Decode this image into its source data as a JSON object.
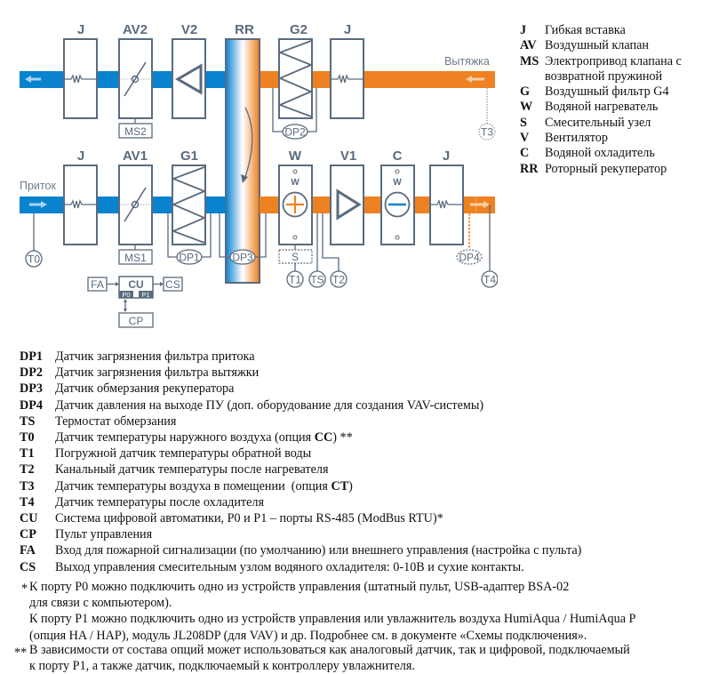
{
  "colors": {
    "supply_blue": "#0a83cf",
    "exhaust_orange": "#ee8121",
    "line_gray": "#5a6b7d"
  },
  "diagram": {
    "flows": {
      "exhaust_label": "Вытяжка",
      "supply_label": "Приток"
    },
    "top_row": [
      {
        "label": "J",
        "type": "flexible-insert"
      },
      {
        "label": "AV2",
        "type": "air-damper"
      },
      {
        "label": "V2",
        "type": "fan"
      },
      {
        "label": "RR",
        "type": "rotary-recuperator"
      },
      {
        "label": "G2",
        "type": "filter"
      },
      {
        "label": "J",
        "type": "flexible-insert"
      }
    ],
    "bottom_row": [
      {
        "label": "J",
        "type": "flexible-insert"
      },
      {
        "label": "AV1",
        "type": "air-damper"
      },
      {
        "label": "G1",
        "type": "filter"
      },
      {
        "label": "W",
        "type": "water-heater",
        "inner_label": "W"
      },
      {
        "label": "V1",
        "type": "fan"
      },
      {
        "label": "C",
        "type": "water-cooler",
        "inner_label": "W"
      },
      {
        "label": "J",
        "type": "flexible-insert"
      }
    ],
    "actuators": {
      "ms2": "MS2",
      "ms1": "MS1"
    },
    "mixing_unit": "S",
    "sensors": {
      "dp1": "DP1",
      "dp2": "DP2",
      "dp3": "DP3",
      "dp4": "DP4",
      "t0": "T0",
      "t1": "T1",
      "ts": "TS",
      "t2": "T2",
      "t3": "T3",
      "t4": "T4"
    },
    "control": {
      "fa": "FA",
      "cu": "CU",
      "cs": "CS",
      "p0": "P0",
      "p1": "P1",
      "cp": "CP"
    }
  },
  "legend": [
    {
      "key": "J",
      "text": "Гибкая вставка"
    },
    {
      "key": "AV",
      "text": "Воздушный клапан"
    },
    {
      "key": "MS",
      "text": "Электропривод клапана с возвратной пружиной"
    },
    {
      "key": "G",
      "text": "Воздушный фильтр G4"
    },
    {
      "key": "W",
      "text": "Водяной нагреватель"
    },
    {
      "key": "S",
      "text": "Смесительный узел"
    },
    {
      "key": "V",
      "text": "Вентилятор"
    },
    {
      "key": "C",
      "text": "Водяной охладитель"
    },
    {
      "key": "RR",
      "text": "Роторный рекуператор"
    }
  ],
  "notes": [
    {
      "key": "DP1",
      "text": "Датчик загрязнения фильтра притока"
    },
    {
      "key": "DP2",
      "text": "Датчик загрязнения фильтра вытяжки"
    },
    {
      "key": "DP3",
      "text": "Датчик обмерзания рекуператора"
    },
    {
      "key": "DP4",
      "text": "Датчик давления на выходе ПУ (доп. оборудование для создания VAV-системы)"
    },
    {
      "key": "TS",
      "text": "Термостат обмерзания"
    },
    {
      "key": "T0",
      "text_before": "Датчик температуры наружного воздуха (опция ",
      "bold": "CC",
      "text_after": ") **"
    },
    {
      "key": "T1",
      "text": "Погружной датчик температуры обратной воды"
    },
    {
      "key": "T2",
      "text": "Канальный датчик температуры после нагревателя"
    },
    {
      "key": "T3",
      "text_before": "Датчик температуры воздуха в помещении  (опция ",
      "bold": "CT",
      "text_after": ")"
    },
    {
      "key": "T4",
      "text": "Датчик температуры после охладителя"
    },
    {
      "key": "CU",
      "text": "Система цифровой автоматики, P0 и P1 – порты RS-485 (ModBus RTU)*"
    },
    {
      "key": "CP",
      "text": "Пульт управления"
    },
    {
      "key": "FA",
      "text": "Вход для пожарной сигнализации (по умолчанию) или внешнего управления (настройка с пульта)"
    },
    {
      "key": "CS",
      "text": "Выход управления смесительным узлом водяного охладителя: 0-10В и сухие контакты."
    }
  ],
  "footnotes": {
    "single_marker": "*",
    "single_line1": "К порту P0 можно подключить одно из устройств управления (штатный пульт, USB-адаптер BSA-02",
    "single_line2": "для связи с компьютером).",
    "single_line3": "К порту P1 можно подключить одно из устройств управления или увлажнитель воздуха HumiAqua /  HumiAqua P",
    "single_line4": "(опция HA / HAP), модуль JL208DP (для VAV) и др. Подробнее см. в документе «Схемы подключения».",
    "double_marker": "**",
    "double_line1": "В зависимости от состава опций может использоваться как аналоговый датчик, так и цифровой, подключаемый",
    "double_line2": "к порту P1, а также датчик, подключаемый к контроллеру увлажнителя."
  }
}
